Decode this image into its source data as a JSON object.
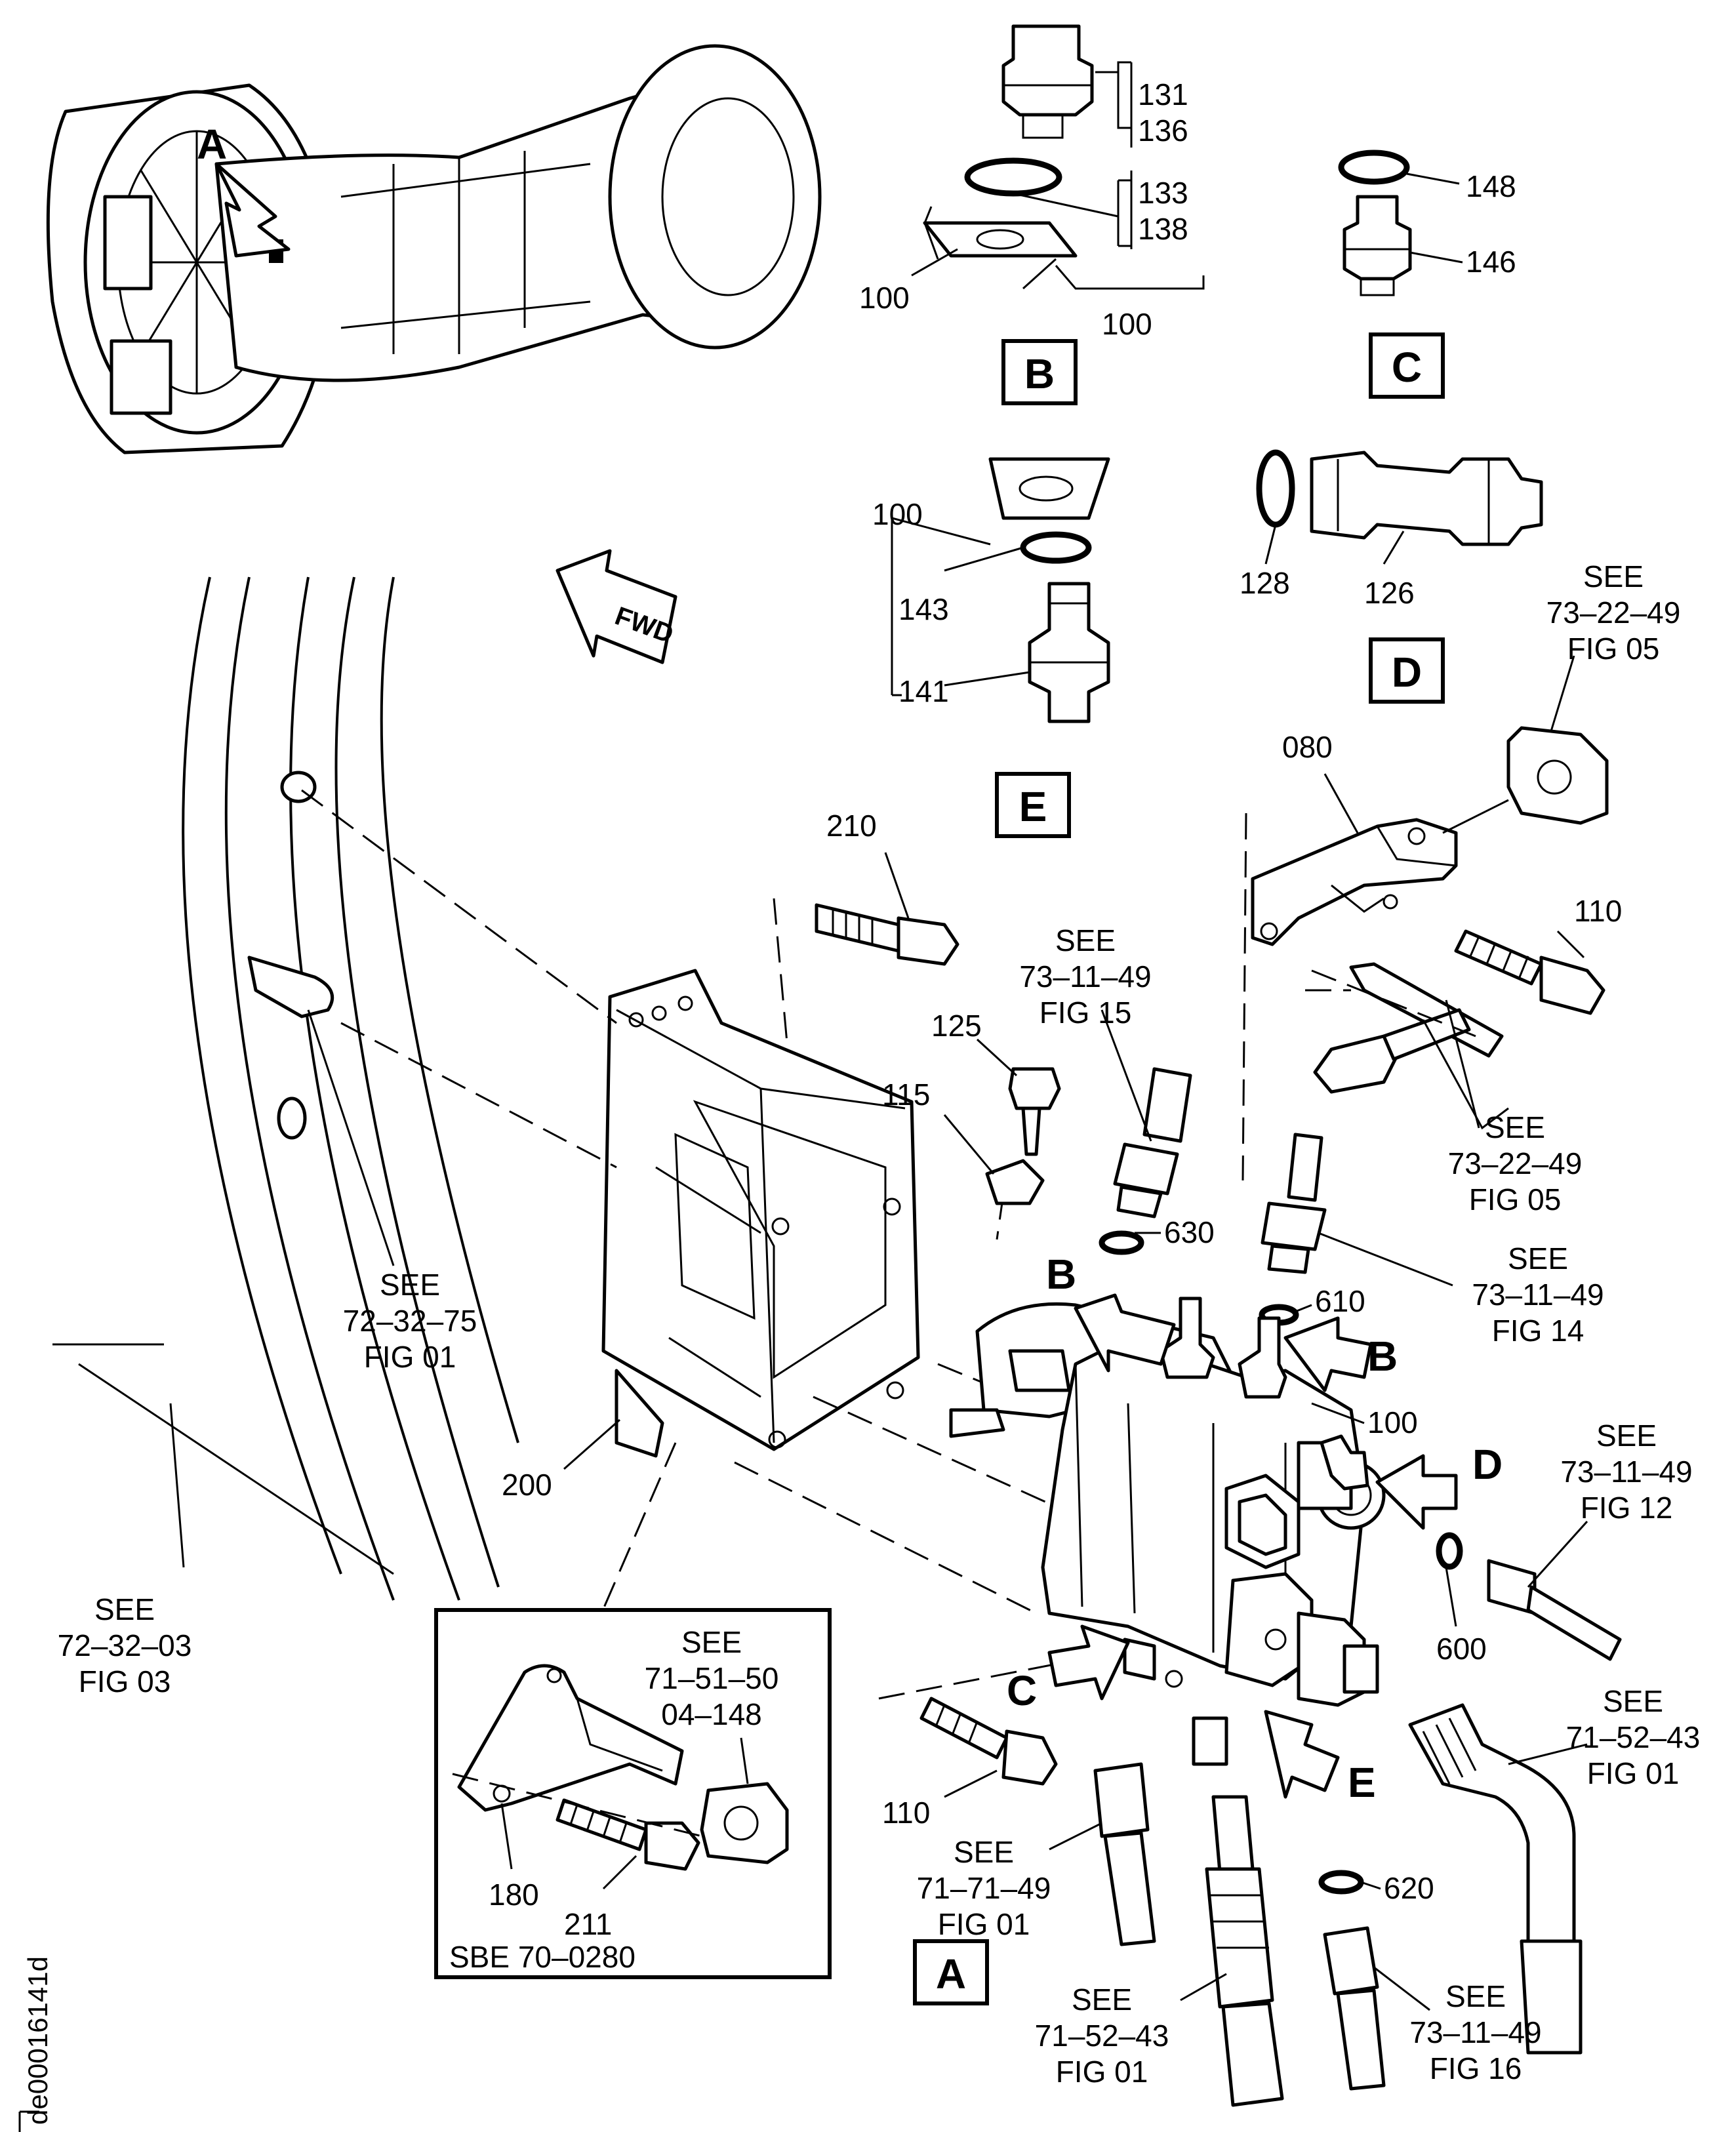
{
  "document_id": "de00016141d",
  "view_labels": {
    "a": "A",
    "b": "B",
    "c": "C",
    "d": "D",
    "e": "E",
    "engine_arrow": "A",
    "arrow_b1": "B",
    "arrow_b2": "B",
    "arrow_c": "C",
    "arrow_d": "D",
    "arrow_e": "E"
  },
  "fwd_label": "FWD",
  "part_numbers": {
    "p131": "131",
    "p136": "136",
    "p133": "133",
    "p138": "138",
    "p100_b_left": "100",
    "p100_b_bottom": "100",
    "p148": "148",
    "p146": "146",
    "p100_e": "100",
    "p143": "143",
    "p141": "141",
    "p128": "128",
    "p126": "126",
    "p080": "080",
    "p110_top": "110",
    "p210": "210",
    "p125": "125",
    "p115": "115",
    "p630": "630",
    "p610": "610",
    "p100_main": "100",
    "p600": "600",
    "p200": "200",
    "p110_bottom": "110",
    "p620": "620",
    "p180": "180",
    "p211": "211"
  },
  "references": {
    "ref_73_22_49_top": [
      "SEE",
      "73–22–49",
      "FIG 05"
    ],
    "ref_73_11_49_fig15": [
      "SEE",
      "73–11–49",
      "FIG 15"
    ],
    "ref_73_22_49_mid": [
      "SEE",
      "73–22–49",
      "FIG 05"
    ],
    "ref_73_11_49_fig14": [
      "SEE",
      "73–11–49",
      "FIG 14"
    ],
    "ref_72_32_75": [
      "SEE",
      "72–32–75",
      "FIG 01"
    ],
    "ref_73_11_49_fig12": [
      "SEE",
      "73–11–49",
      "FIG 12"
    ],
    "ref_72_32_03": [
      "SEE",
      "72–32–03",
      "FIG 03"
    ],
    "ref_71_51_50": [
      "SEE",
      "71–51–50",
      "04–148"
    ],
    "ref_71_52_43_right": [
      "SEE",
      "71–52–43",
      "FIG 01"
    ],
    "ref_71_71_49": [
      "SEE",
      "71–71–49",
      "FIG 01"
    ],
    "ref_71_52_43_bottom": [
      "SEE",
      "71–52–43",
      "FIG 01"
    ],
    "ref_73_11_49_fig16": [
      "SEE",
      "73–11–49",
      "FIG 16"
    ]
  },
  "inset_note": "SBE 70–0280"
}
